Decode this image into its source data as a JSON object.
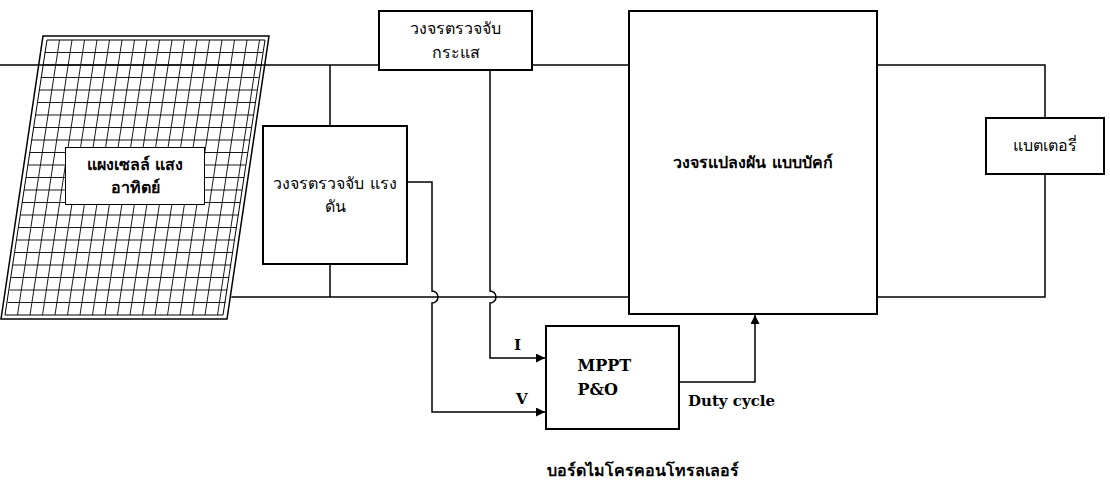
{
  "diagram": {
    "nodes": [
      {
        "text": [
          "แผงเซลล์ แสงอาทิตย์"
        ]
      },
      {
        "text": [
          "วงจรตรวจจับ แรงดัน"
        ]
      },
      {
        "text": [
          "วงจรตรวจจับ กระแส"
        ]
      },
      {
        "text": [
          "วงจรแปลงผัน แบบบัคก์"
        ]
      },
      {
        "text": [
          "แบตเตอรี่"
        ]
      },
      {
        "text": [
          "MPPT P&O"
        ]
      }
    ],
    "edges": [
      {
        "from": 0,
        "to": 2,
        "arrow": "none"
      },
      {
        "from": 2,
        "to": 3,
        "arrow": "none"
      },
      {
        "from": 0,
        "to": 3,
        "arrow": "none"
      },
      {
        "from": 3,
        "to": 4,
        "arrow": "none"
      },
      {
        "from": 3,
        "to": 4,
        "arrow": "none"
      },
      {
        "from": 2,
        "to": 5,
        "label": "I",
        "arrow": "to"
      },
      {
        "from": 1,
        "to": 5,
        "label": "V",
        "arrow": "to"
      },
      {
        "from": 5,
        "to": 3,
        "label": "Duty cycle",
        "arrow": "to"
      }
    ],
    "labels": [
      "บอร์ดไมโครคอนโทรลเลอร์"
    ]
  }
}
